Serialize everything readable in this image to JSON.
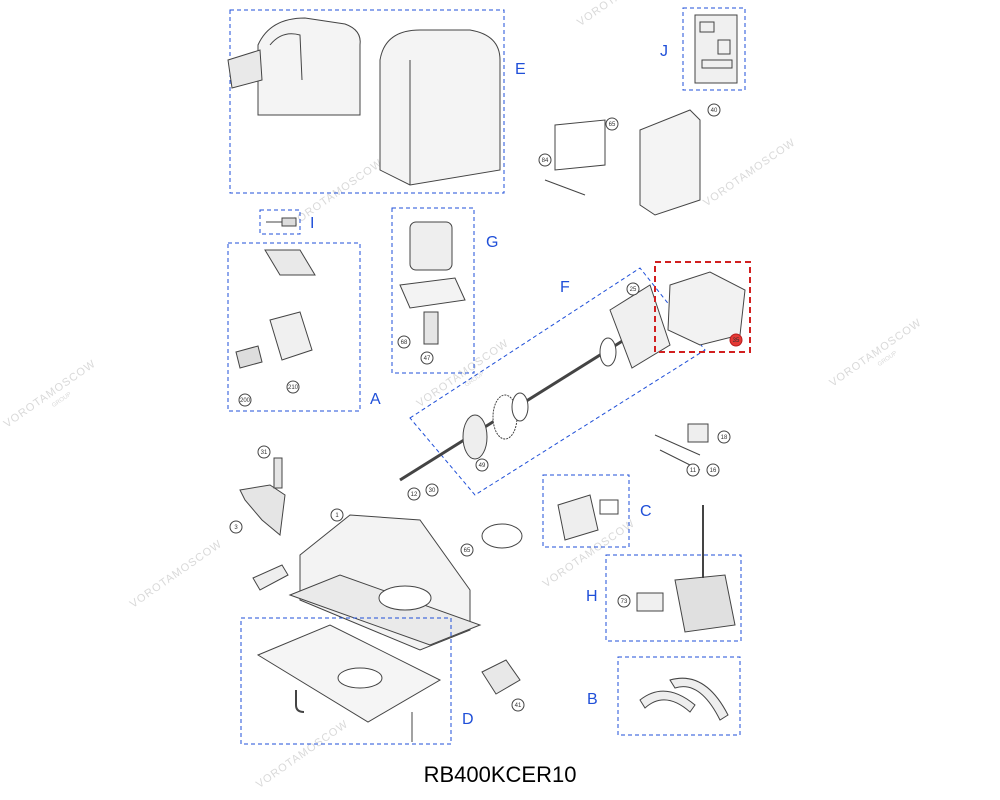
{
  "model": "RB400KCER10",
  "watermark": {
    "brand": "VOROTAMOSCOW",
    "sub": "GROUP"
  },
  "colors": {
    "group_box": "#1f4fd8",
    "highlight_box": "#d11f1f",
    "highlight_marker": "#e53935"
  },
  "groups": {
    "A": "A",
    "B": "B",
    "C": "C",
    "D": "D",
    "E": "E",
    "F": "F",
    "G": "G",
    "H": "H",
    "I": "I",
    "J": "J"
  },
  "parts": {
    "p1": "1",
    "p3": "3",
    "p11": "11",
    "p12": "12",
    "p16": "16",
    "p18": "18",
    "p25": "25",
    "p30": "30",
    "p31": "31",
    "p35": "35",
    "p40": "40",
    "p41": "41",
    "p47": "47",
    "p49": "49",
    "p65": "65",
    "p65b": "65",
    "p68": "68",
    "p73": "73",
    "p84": "84",
    "p200": "200",
    "p210": "210"
  }
}
